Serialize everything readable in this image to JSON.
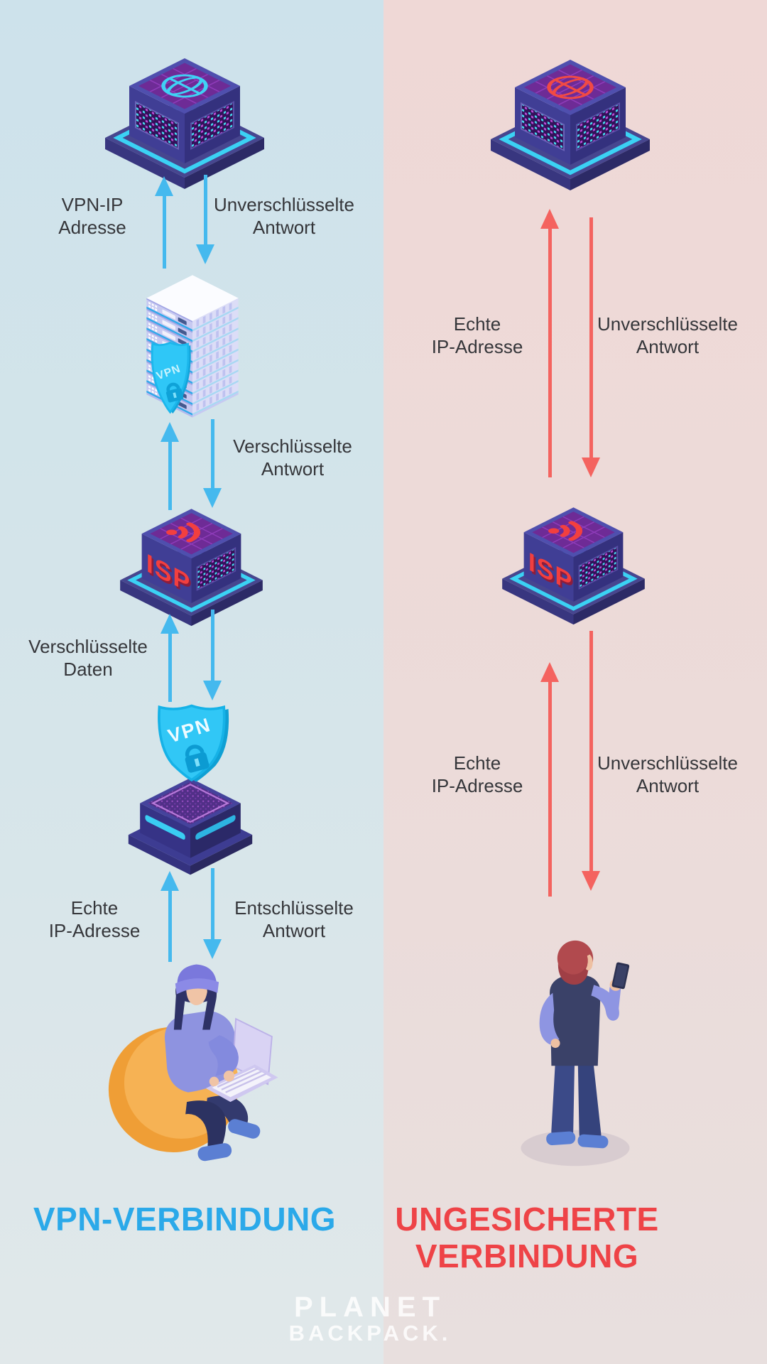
{
  "colors": {
    "accent_blue": "#2ba9e9",
    "accent_red": "#ee4347",
    "arrow_blue": "#45b9ee",
    "arrow_red": "#f4635f",
    "bg_left_top": "#cde2eb",
    "bg_left_bottom": "#e1e8ea",
    "bg_right_top": "#efd8d6",
    "bg_right_bottom": "#e8dfde",
    "label_text": "#35363a",
    "brand_white": "rgba(255,255,255,0.82)"
  },
  "left": {
    "title": "VPN-VERBINDUNG",
    "labels": [
      "VPN-IP\nAdresse",
      "Unverschlüsselte\nAntwort",
      "Verschlüsselte\nAntwort",
      "Verschlüsselte\nDaten",
      "Echte\nIP-Adresse",
      "Entschlüsselte\nAntwort"
    ],
    "isp_label": "ISP",
    "stack_shield_label": "VPN",
    "shield_label": "VPN"
  },
  "right": {
    "title": "UNGESICHERTE\nVERBINDUNG",
    "labels": [
      "Echte\nIP-Adresse",
      "Unverschlüsselte\nAntwort",
      "Echte\nIP-Adresse",
      "Unverschlüsselte\nAntwort"
    ],
    "isp_label": "ISP"
  },
  "brand": {
    "line1": "PLANET",
    "line2": "BACKPACK."
  }
}
